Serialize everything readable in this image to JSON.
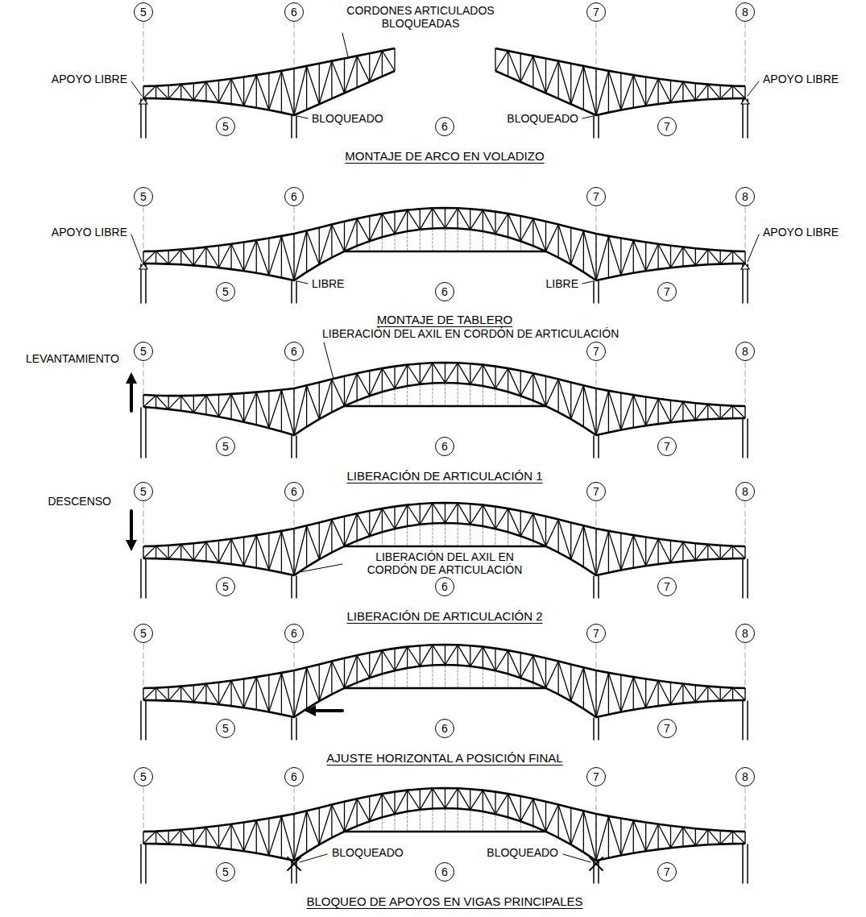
{
  "diagram": {
    "nodes": [
      {
        "text": [
          "5"
        ]
      },
      {
        "text": [
          "6"
        ]
      },
      {
        "text": [
          "7"
        ]
      },
      {
        "text": [
          "8"
        ]
      },
      {
        "text": [
          "5"
        ]
      },
      {
        "text": [
          "6"
        ]
      },
      {
        "text": [
          "7"
        ]
      },
      {
        "text": [
          "5"
        ]
      },
      {
        "text": [
          "6"
        ]
      },
      {
        "text": [
          "7"
        ]
      },
      {
        "text": [
          "8"
        ]
      },
      {
        "text": [
          "5"
        ]
      },
      {
        "text": [
          "6"
        ]
      },
      {
        "text": [
          "7"
        ]
      },
      {
        "text": [
          "5"
        ]
      },
      {
        "text": [
          "6"
        ]
      },
      {
        "text": [
          "7"
        ]
      },
      {
        "text": [
          "8"
        ]
      },
      {
        "text": [
          "5"
        ]
      },
      {
        "text": [
          "6"
        ]
      },
      {
        "text": [
          "7"
        ]
      },
      {
        "text": [
          "5"
        ]
      },
      {
        "text": [
          "6"
        ]
      },
      {
        "text": [
          "7"
        ]
      },
      {
        "text": [
          "8"
        ]
      },
      {
        "text": [
          "5"
        ]
      },
      {
        "text": [
          "6"
        ]
      },
      {
        "text": [
          "7"
        ]
      },
      {
        "text": [
          "5"
        ]
      },
      {
        "text": [
          "6"
        ]
      },
      {
        "text": [
          "7"
        ]
      },
      {
        "text": [
          "8"
        ]
      },
      {
        "text": [
          "5"
        ]
      },
      {
        "text": [
          "6"
        ]
      },
      {
        "text": [
          "7"
        ]
      },
      {
        "text": [
          "5"
        ]
      },
      {
        "text": [
          "6"
        ]
      },
      {
        "text": [
          "7"
        ]
      },
      {
        "text": [
          "8"
        ]
      },
      {
        "text": [
          "5"
        ]
      },
      {
        "text": [
          "6"
        ]
      },
      {
        "text": [
          "7"
        ]
      }
    ],
    "labels": [
      "CORDONES ARTICULADOS BLOQUEADAS",
      "APOYO LIBRE",
      "BLOQUEADO",
      "BLOQUEADO",
      "APOYO LIBRE",
      "MONTAJE DE ARCO EN VOLADIZO",
      "APOYO LIBRE",
      "LIBRE",
      "LIBRE",
      "APOYO LIBRE",
      "MONTAJE DE TABLERO",
      "LEVANTAMIENTO",
      "LIBERACIÓN DEL AXIL EN CORDÓN DE ARTICULACIÓN",
      "LIBERACIÓN DE ARTICULACIÓN 1",
      "DESCENSO",
      "LIBERACIÓN DEL AXIL EN CORDÓN DE ARTICULACIÓN",
      "LIBERACIÓN DE ARTICULACIÓN 2",
      "AJUSTE HORIZONTAL A POSICIÓN FINAL",
      "BLOQUEADO",
      "BLOQUEADO",
      "BLOQUEO DE APOYOS EN VIGAS PRINCIPALES"
    ]
  }
}
